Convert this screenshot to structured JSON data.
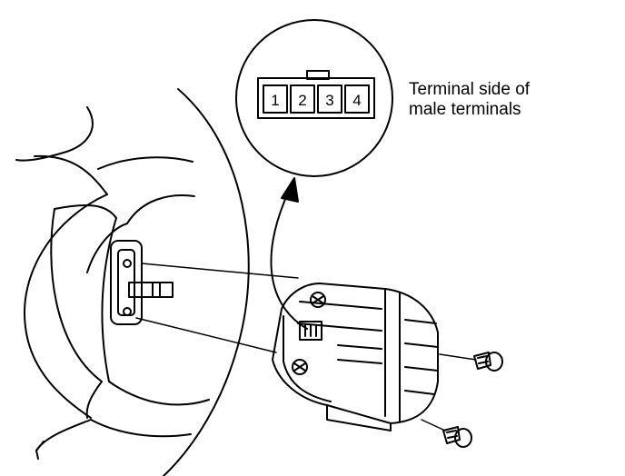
{
  "callout": {
    "line1": "Terminal side of",
    "line2": "male terminals"
  },
  "connector": {
    "pins": [
      "1",
      "2",
      "3",
      "4"
    ]
  },
  "colors": {
    "ink": "#000000",
    "paper": "#ffffff"
  }
}
